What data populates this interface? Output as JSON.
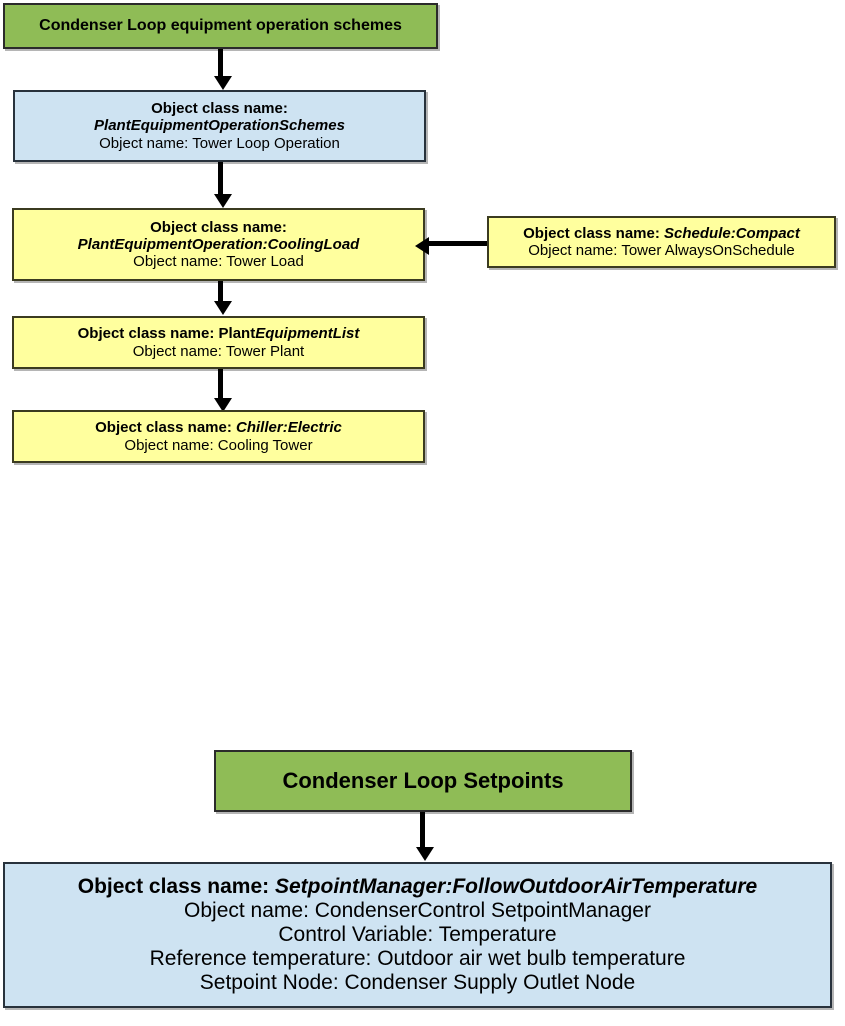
{
  "diagram": {
    "title": "Condenser Loop equipment operation schemes",
    "labels": {
      "object_class_prefix": "Object class name:",
      "object_name_prefix": "Object name:"
    },
    "colors": {
      "green": "#8fbc56",
      "blue": "#cee3f2",
      "yellow": "#ffff9e",
      "border": "#1a1a1a",
      "arrow": "#000000"
    },
    "nodes": {
      "header_schemes": {
        "text": "Condenser Loop equipment operation schemes",
        "color": "green"
      },
      "plant_equipment_operation_schemes": {
        "line1": "Object class name:",
        "line2": "PlantEquipmentOperationSchemes",
        "line3": "Object name: Tower Loop Operation",
        "color": "blue"
      },
      "plant_equipment_operation_cooling_load": {
        "line1": "Object class name:",
        "line2": "PlantEquipmentOperation:CoolingLoad",
        "line3": "Object name: Tower Load",
        "color": "yellow"
      },
      "schedule_compact": {
        "line1_prefix": "Object class name: ",
        "line1_class": "Schedule:Compact",
        "line2": "Object name: Tower AlwaysOnSchedule",
        "color": "yellow"
      },
      "plant_equipment_list": {
        "line1_prefix": "Object class name: ",
        "line1_plain": "Plant",
        "line1_class": "EquipmentList",
        "line2": "Object name: Tower Plant",
        "color": "yellow"
      },
      "chiller_electric": {
        "line1_prefix": "Object class name: ",
        "line1_class": "Chiller:Electric",
        "line2": "Object name: Cooling Tower",
        "color": "yellow"
      },
      "header_setpoints": {
        "text": "Condenser Loop Setpoints",
        "color": "green"
      },
      "setpoint_manager": {
        "line1_prefix": "Object class name: ",
        "line1_class": "SetpointManager:FollowOutdoorAirTemperature",
        "line2": "Object name: CondenserControl SetpointManager",
        "line3": "Control Variable: Temperature",
        "line4": "Reference temperature: Outdoor air wet bulb temperature",
        "line5": "Setpoint Node: Condenser Supply Outlet Node",
        "color": "blue"
      }
    },
    "connectors": [
      {
        "name": "schemes-to-operation-schemes",
        "direction": "down"
      },
      {
        "name": "operation-schemes-to-cooling-load",
        "direction": "down"
      },
      {
        "name": "schedule-to-cooling-load",
        "direction": "left"
      },
      {
        "name": "cooling-load-to-equipment-list",
        "direction": "down"
      },
      {
        "name": "equipment-list-to-chiller",
        "direction": "down"
      },
      {
        "name": "setpoints-to-setpoint-manager",
        "direction": "down"
      }
    ]
  }
}
